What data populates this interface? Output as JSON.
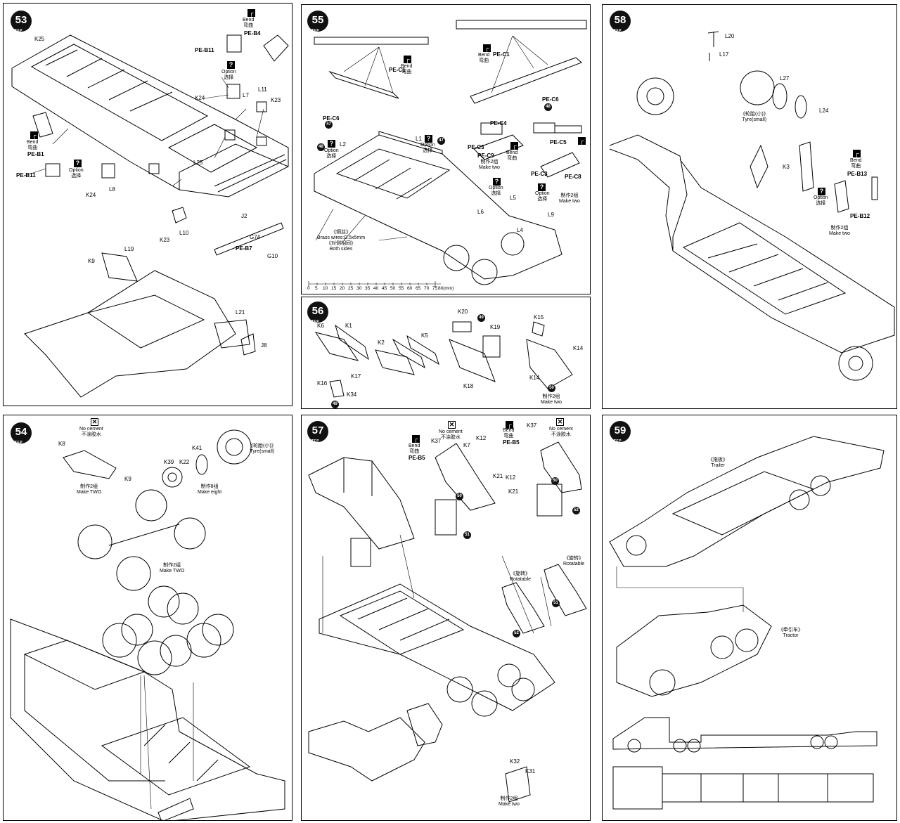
{
  "steps": [
    {
      "num": "53",
      "step": "STEP"
    },
    {
      "num": "55",
      "step": "STEP"
    },
    {
      "num": "58",
      "step": "STEP"
    },
    {
      "num": "54",
      "step": "STEP"
    },
    {
      "num": "57",
      "step": "STEP"
    },
    {
      "num": "59",
      "step": "STEP"
    }
  ],
  "notes": {
    "bend_en": "Bend",
    "bend_cn": "弯曲",
    "option_en": "Option",
    "option_cn": "选择",
    "no_cement_en": "No cement",
    "no_cement_cn": "不涂胶水",
    "make_two_cn": "制作2组",
    "make_two_en": "Make two",
    "make_TWO_en": "Make TWO",
    "make_eight_cn": "制作8组",
    "make_eight_en": "Make eight",
    "tyre_small_cn": "《轮胎(小)》",
    "tyre_small_en": "Tyre(small)",
    "brass_cn": "《铜丝》",
    "brass_en": "Brass wires:D.5x5mm",
    "brass_cn2": "《对侧相同》",
    "brass_en2": "Both sides",
    "rotatable_cn": "《旋转》",
    "rotatable_en": "Rotatable",
    "trailer_cn": "《拖板》",
    "trailer_en": "Trailer",
    "tractor_cn": "《牵引车》",
    "tractor_en": "Tractor",
    "mm": "80(mm)"
  },
  "ruler": [
    "0",
    "5",
    "10",
    "15",
    "20",
    "25",
    "30",
    "35",
    "40",
    "45",
    "50",
    "55",
    "60",
    "65",
    "70",
    "75"
  ],
  "p53": [
    "K25",
    "PE-B11",
    "PE-B4",
    "K24",
    "L7",
    "L11",
    "K23",
    "PE-B1",
    "PE-B11",
    "K24",
    "L8",
    "L25",
    "J2",
    "G74",
    "PE-B7",
    "G10",
    "K23",
    "L10",
    "K9",
    "L19",
    "L21",
    "J8"
  ],
  "p55": [
    "PE-C1",
    "PE-C1",
    "PE-C6",
    "PE-C6",
    "L2",
    "L1",
    "PE-C4",
    "PE-C3",
    "PE-C9",
    "PE-C5",
    "PE-C3",
    "PE-C8",
    "L5",
    "L6",
    "L4",
    "L9"
  ],
  "p56": [
    "K6",
    "K1",
    "K2",
    "K5",
    "K20",
    "K19",
    "K15",
    "K14",
    "K16",
    "K17",
    "K34",
    "K18",
    "K14"
  ],
  "p58": [
    "L20",
    "L17",
    "L27",
    "L24",
    "K3",
    "PE-B13",
    "PE-B12"
  ],
  "p54": [
    "K8",
    "K9",
    "K39",
    "K22",
    "K41"
  ],
  "p57": [
    "PE-B5",
    "K37",
    "K7",
    "K12",
    "K21",
    "PE-B5",
    "K37",
    "K12",
    "K21",
    "K32",
    "K31"
  ]
}
